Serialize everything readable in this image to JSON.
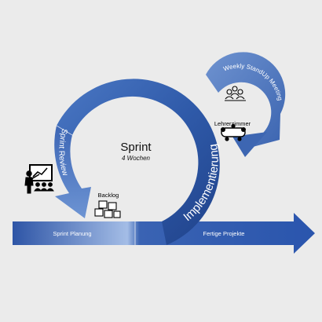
{
  "sprint": {
    "title": "Sprint",
    "duration": "4 Wochen"
  },
  "labels": {
    "sprint_planung": "Sprint Planung",
    "fertige_projekte": "Fertige Projekte",
    "implementierung": "Implementierung",
    "sprint_review": "Sprint Review",
    "weekly_standup": "Weekly StandUp Meeting",
    "backlog": "Backlog",
    "lehrerzimmer": "Lehrerzimmer"
  },
  "icons": {
    "presenter": "presenter-board-icon",
    "backlog": "sticky-notes-icon",
    "standup": "team-meeting-icon",
    "lehrerzimmer": "conference-table-icon"
  },
  "colors": {
    "background": "#ebebeb",
    "dark_blue": "#2e4f99",
    "mid_blue": "#4a78c4",
    "light_blue": "#9db7e2",
    "white": "#ffffff"
  }
}
